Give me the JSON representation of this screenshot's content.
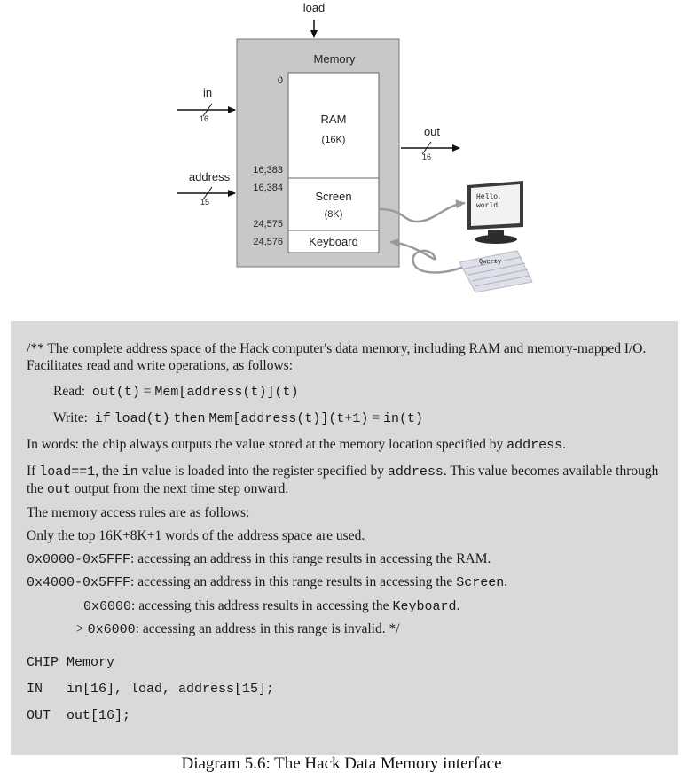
{
  "diagram": {
    "load_label": "load",
    "chip_title": "Memory",
    "in_label": "in",
    "in_width": "16",
    "address_label": "address",
    "address_width": "15",
    "out_label": "out",
    "out_width": "16",
    "addr_0": "0",
    "addr_16383": "16,383",
    "addr_16384": "16,384",
    "addr_24575": "24,575",
    "addr_24576": "24,576",
    "ram_label": "RAM",
    "ram_size": "(16K)",
    "screen_label": "Screen",
    "screen_size": "(8K)",
    "keyboard_label": "Keyboard",
    "monitor_text_line1": "Hello,",
    "monitor_text_line2": "world"
  },
  "doc": {
    "intro": "/** The complete address space of the Hack computer's data memory, including RAM and memory-mapped I/O. Facilitates read and write operations, as follows:",
    "read_label": "Read:",
    "read_code_1": "out(t)",
    "read_eq": " = ",
    "read_code_2": "Mem[address(t)](t)",
    "write_label": "Write:",
    "write_code_1": "if",
    "write_code_2": "load(t)",
    "write_code_3": "then",
    "write_code_4": "Mem[address(t)](t+1)",
    "write_eq": " = ",
    "write_code_5": "in(t)",
    "words_text": "In words: the chip always outputs the value stored at the memory location specified by ",
    "words_code": "address",
    "words_end": ".",
    "if_text": "If ",
    "if_code_load": "load==1",
    "if_text_2": ", the ",
    "if_code_in": "in",
    "if_text_3": " value is loaded into the register specified by ",
    "if_code_address": "address",
    "if_text_4": ". This value becomes available through the ",
    "if_code_out": "out",
    "if_text_5": " output from the next time step onward.",
    "rules_text": "The memory access rules are as follows:",
    "only_text": "Only the top 16K+8K+1 words of the address space are used.",
    "rule1_code": "0x0000-0x5FFF",
    "rule1_text": ": accessing an address in this range results in accessing the RAM.",
    "rule2_code": "0x4000-0x5FFF",
    "rule2_text": ": accessing an address in this range results in accessing the ",
    "rule2_code2": "Screen",
    "rule2_end": ".",
    "rule3_code": "0x6000",
    "rule3_text": ": accessing this address results in accessing the ",
    "rule3_code2": "Keyboard",
    "rule3_end": ".",
    "rule4_gt": "> ",
    "rule4_code": "0x6000",
    "rule4_text": ": accessing an address in this range is invalid. */",
    "chip_line": "CHIP Memory",
    "in_line": "IN   in[16], load, address[15];",
    "out_line": "OUT  out[16];"
  },
  "caption": "Diagram 5.6: The Hack Data Memory interface"
}
